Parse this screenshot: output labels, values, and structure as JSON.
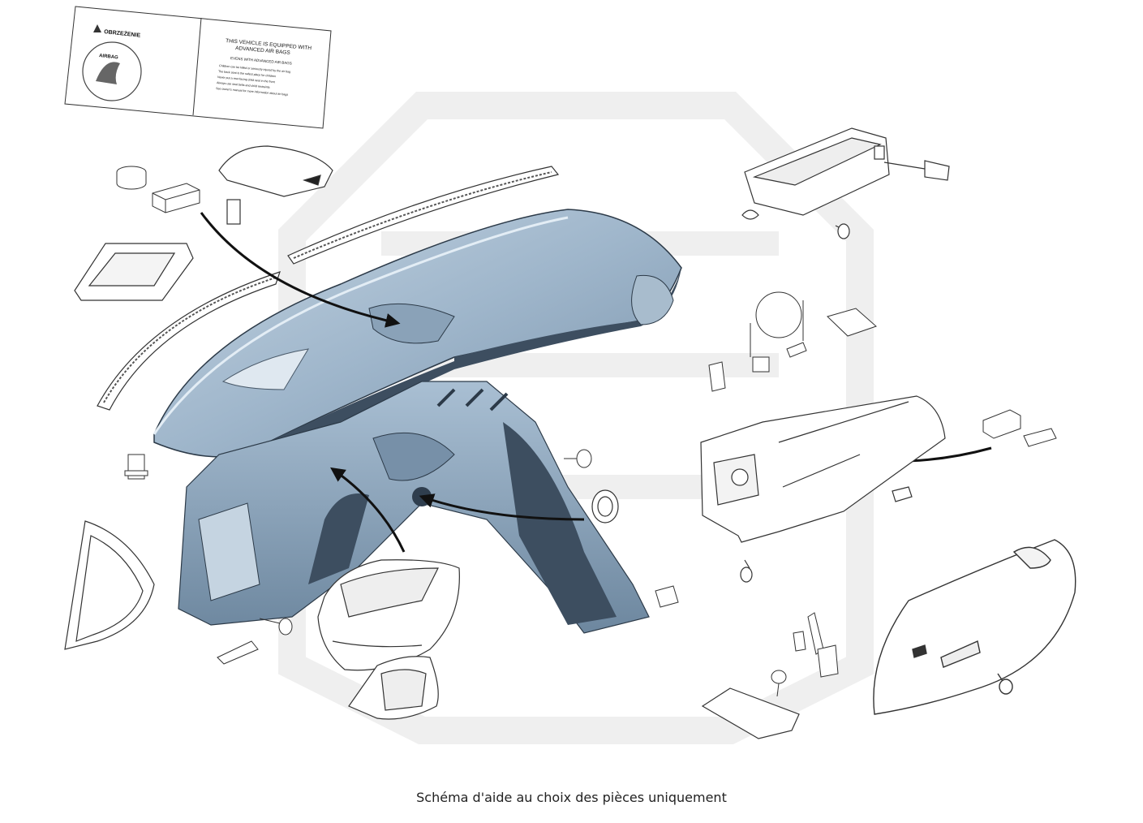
{
  "caption": "Schéma d'aide au choix des pièces uniquement",
  "warning_label": {
    "header": "OBRZEŻENIE",
    "badge": "AIRBAG",
    "title_line1": "THIS VEHICLE IS EQUIPPED WITH",
    "title_line2": "ADVANCED AIR BAGS",
    "subtitle": "EVENS WITH ADVANCED AIR BAGS",
    "bullets": [
      "Children can be killed or seriously injured by the air bag",
      "The back seat is the safest place for children",
      "Never put a rear-facing child seat in the front",
      "Always use seat belts and child restraints",
      "See owner's manual for more information about air bags"
    ]
  },
  "colors": {
    "dashboard_top": "#b4c7d8",
    "dashboard_mid": "#8fa9c0",
    "dashboard_dark": "#3d4e60",
    "line": "#222222",
    "watermark": "#efefef"
  }
}
